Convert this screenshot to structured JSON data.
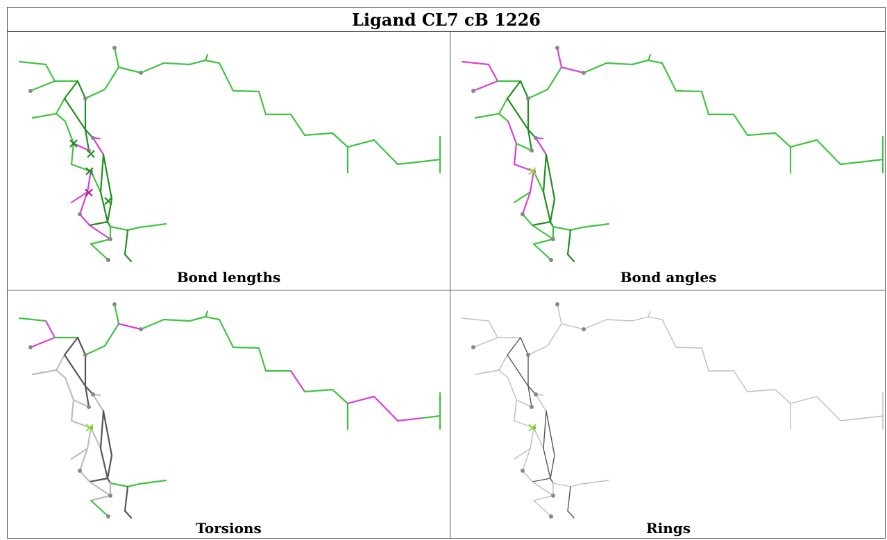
{
  "title": "Ligand CL7 cB 1226",
  "panels": [
    {
      "caption": "Bond lengths",
      "mode": "bond_lengths"
    },
    {
      "caption": "Bond angles",
      "mode": "bond_angles"
    },
    {
      "caption": "Torsions",
      "mode": "torsions"
    },
    {
      "caption": "Rings",
      "mode": "rings"
    }
  ],
  "colors": {
    "green": "#3ec43e",
    "dark_green": "#1e8f1e",
    "magenta": "#d83fd8",
    "dark_magenta": "#a020a0",
    "gray": "#bdbdbd",
    "dark_gray": "#555555",
    "atom": "#888888",
    "metal_green": "#9adf3a"
  }
}
